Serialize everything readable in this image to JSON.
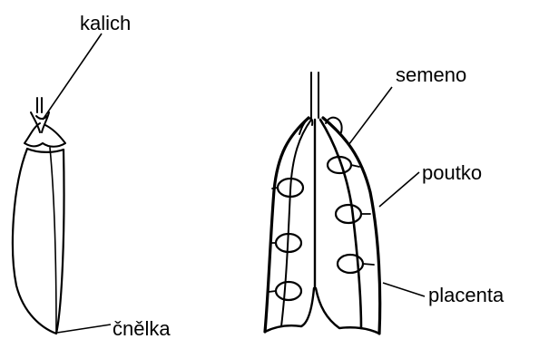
{
  "labels": {
    "calyx": "kalich",
    "style": "čnělka",
    "seed": "semeno",
    "funicle": "poutko",
    "placenta": "placenta"
  },
  "colors": {
    "ink": "#000000",
    "background": "#ffffff"
  }
}
